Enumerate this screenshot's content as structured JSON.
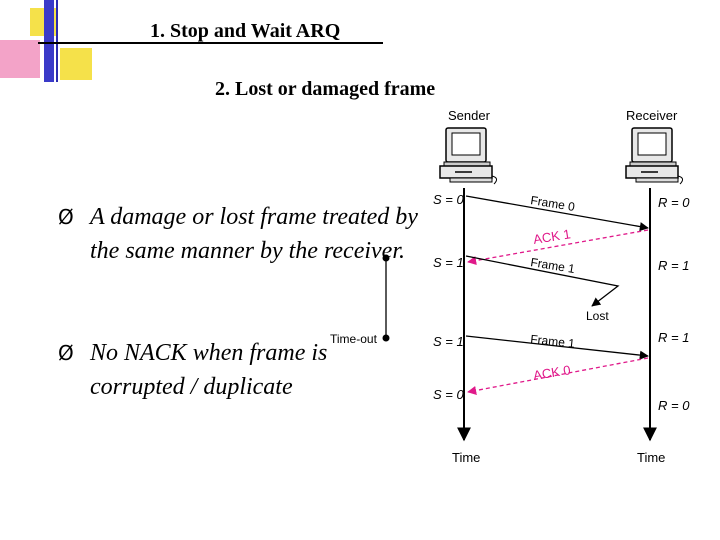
{
  "slide": {
    "title": "1. Stop and Wait ARQ",
    "subtitle": "2. Lost or damaged frame",
    "bullet_marker": "Ø",
    "bullets": [
      "A damage or lost frame treated by the same manner by the receiver.",
      "No NACK when frame is corrupted / duplicate"
    ]
  },
  "diagram": {
    "sender_label": "Sender",
    "receiver_label": "Receiver",
    "time_label": "Time",
    "sender_states": [
      "S = 0",
      "S = 1",
      "S = 1",
      "S = 0"
    ],
    "receiver_states": [
      "R = 0",
      "R = 1",
      "R = 1",
      "R = 0"
    ],
    "messages": [
      "Frame 0",
      "ACK 1",
      "Frame 1",
      "Frame 1",
      "ACK 0"
    ],
    "lost_label": "Lost",
    "timeout_label": "Time-out",
    "colors": {
      "frame": "#000000",
      "ack": "#e0198a",
      "timeline": "#000000"
    }
  }
}
